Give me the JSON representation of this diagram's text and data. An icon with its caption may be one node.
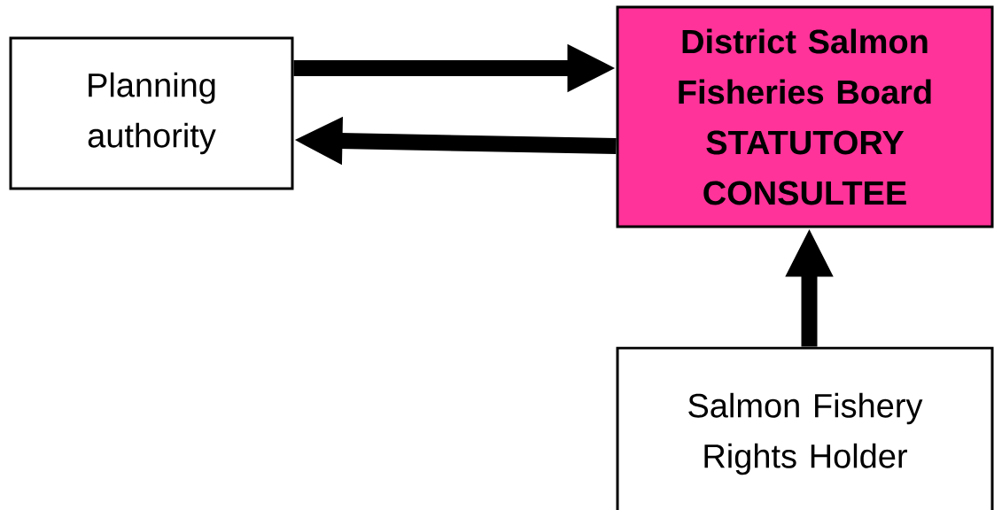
{
  "diagram": {
    "nodes": [
      {
        "text": [
          "Planning authority"
        ]
      },
      {
        "text": [
          "District Salmon Fisheries Board",
          "STATUTORY CONSULTEE"
        ]
      },
      {
        "text": [
          "Salmon Fishery Rights Holder"
        ]
      }
    ],
    "edges": [
      {
        "from": 0,
        "to": 1,
        "arrow": "to"
      },
      {
        "from": 1,
        "to": 0,
        "arrow": "to"
      },
      {
        "from": 2,
        "to": 1,
        "arrow": "to"
      }
    ]
  }
}
